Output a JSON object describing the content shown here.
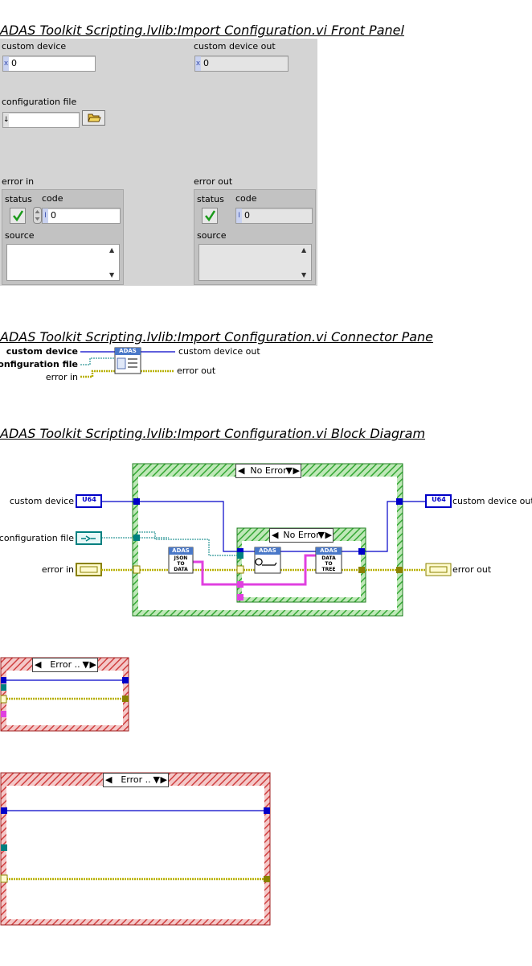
{
  "titles": {
    "front_panel": "ADAS Toolkit Scripting.lvlib:Import Configuration.vi Front Panel",
    "connector_pane": "ADAS Toolkit Scripting.lvlib:Import Configuration.vi Connector Pane",
    "block_diagram": "ADAS Toolkit Scripting.lvlib:Import Configuration.vi Block Diagram"
  },
  "front_panel": {
    "custom_device": {
      "label": "custom device",
      "value": "0"
    },
    "custom_device_out": {
      "label": "custom device out",
      "value": "0"
    },
    "configuration_file": {
      "label": "configuration file",
      "value": ""
    },
    "error_in": {
      "label": "error in",
      "status_label": "status",
      "code_label": "code",
      "code_value": "0",
      "source_label": "source"
    },
    "error_out": {
      "label": "error out",
      "status_label": "status",
      "code_label": "code",
      "code_value": "0",
      "source_label": "source"
    },
    "numeric_prefix": "x"
  },
  "connector_pane": {
    "inputs": [
      "custom device",
      "configuration file",
      "error in"
    ],
    "outputs": [
      "custom device out",
      "error out"
    ],
    "icon_text": "ADAS"
  },
  "block_diagram": {
    "main_case_selector": "No Error",
    "inner_case_selector": "No Error",
    "error_case_1": "Error ..",
    "error_case_2": "Error ..",
    "terminals": {
      "custom_device": "custom device",
      "configuration_file": "configuration file",
      "error_in": "error in",
      "custom_device_out": "custom device out",
      "error_out": "error out",
      "u64": "U64"
    },
    "subvis": {
      "json_to_data": {
        "banner": "ADAS",
        "text1": "JSON",
        "text2": "TO",
        "text3": "DATA"
      },
      "refnum": {
        "banner": "ADAS"
      },
      "data_to_tree": {
        "banner": "ADAS",
        "text1": "DATA",
        "text2": "TO",
        "text3": "TREE"
      }
    }
  },
  "colors": {
    "u64_wire": "#0000c8",
    "error_wire": "#b8b000",
    "path_wire": "#008080",
    "refnum_wire": "#e040e0",
    "case_border_green": "#36a836",
    "case_border_red": "#d04040"
  }
}
